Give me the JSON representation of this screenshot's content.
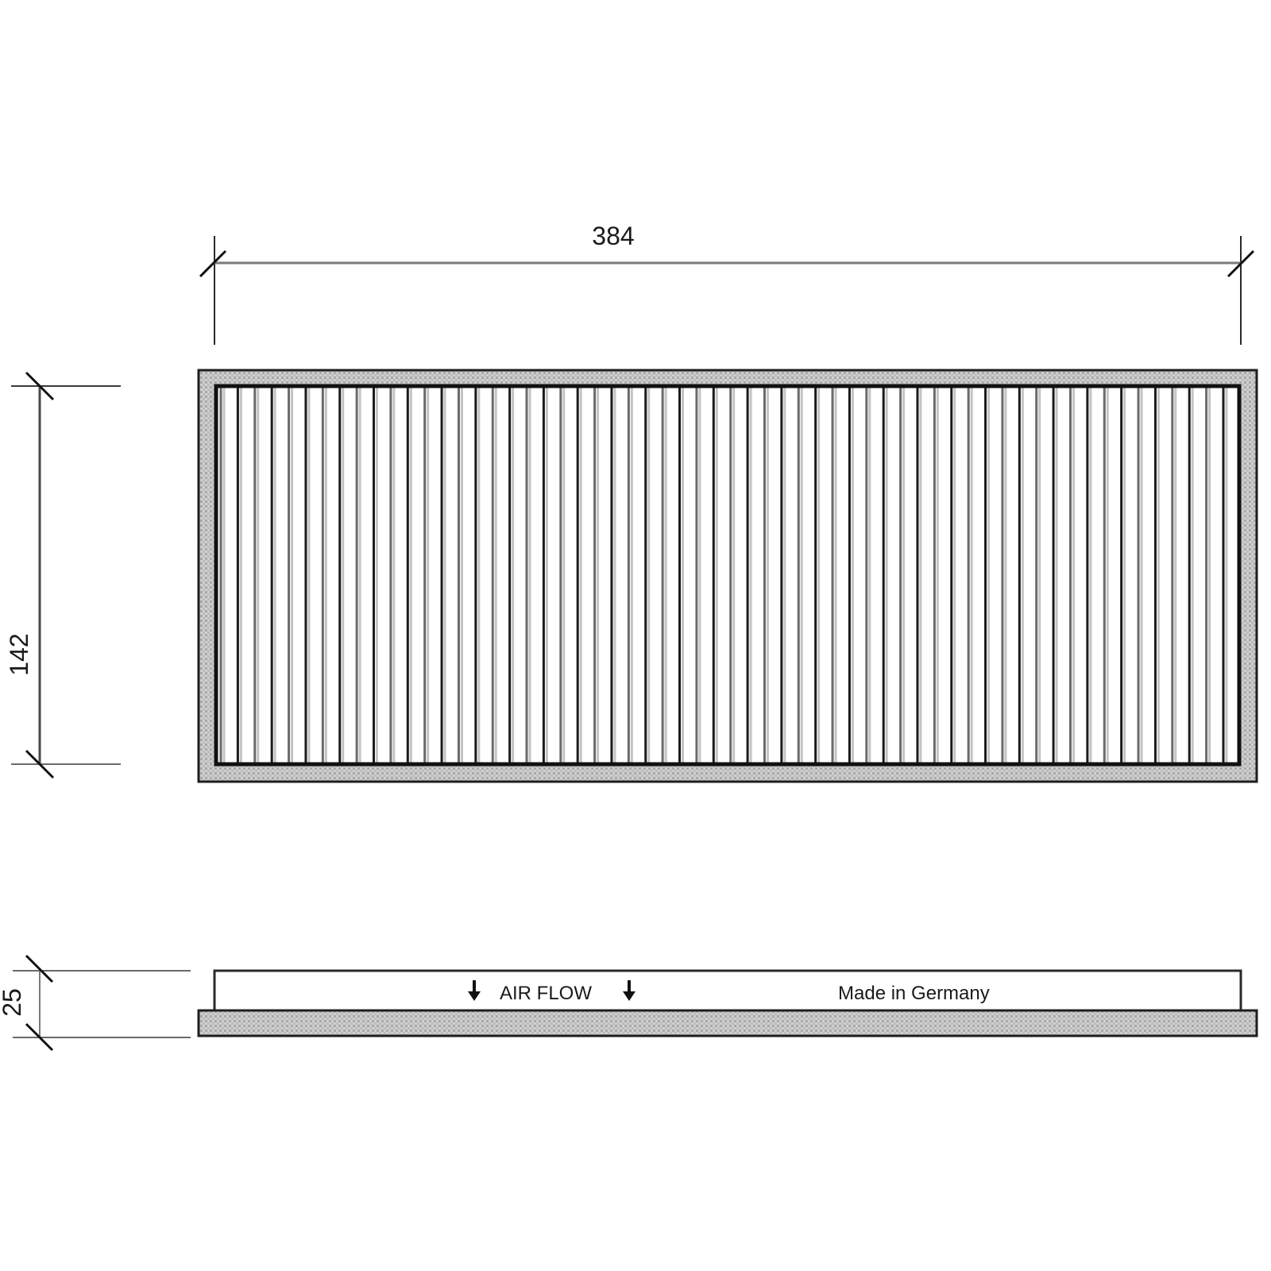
{
  "drawing": {
    "title": "Cabin air filter dimension drawing",
    "dimensions": {
      "length": "384",
      "width": "142",
      "height": "25"
    },
    "side_view": {
      "airflow_label": "AIR FLOW",
      "airflow_icon": "arrow-down-icon",
      "origin_label": "Made in Germany"
    },
    "top_view": {
      "pleat_count": 60
    },
    "colors": {
      "line": "#1a1a1a",
      "dim_line": "#6e6e6e",
      "frame_fill": "#c8c8c8",
      "pleat_dark": "#1a1a1a",
      "pleat_mid": "#6a6a6a",
      "pleat_light": "#c4c4c4"
    }
  }
}
